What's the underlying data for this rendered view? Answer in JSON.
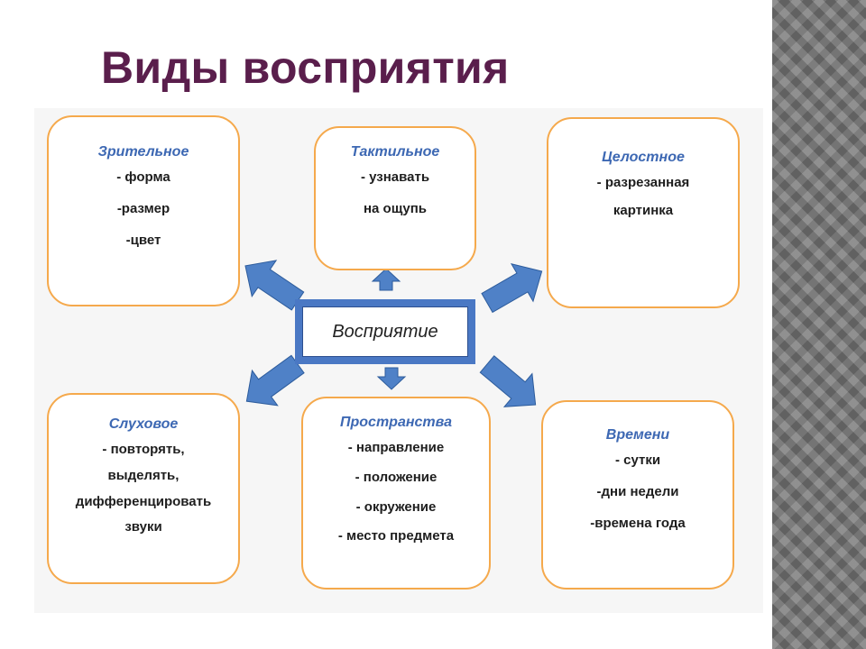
{
  "title": "Виды восприятия",
  "center": "Восприятие",
  "boxes": {
    "visual": {
      "title": "Зрительное",
      "items": [
        "- форма",
        "-размер",
        "-цвет"
      ]
    },
    "tactile": {
      "title": "Тактильное",
      "items": [
        "- узнавать",
        "на ощупь"
      ]
    },
    "holistic": {
      "title": "Целостное",
      "items": [
        "- разрезанная",
        "картинка"
      ]
    },
    "auditory": {
      "title": "Слуховое",
      "items": [
        "- повторять,",
        "выделять,",
        "дифференцировать",
        "звуки"
      ]
    },
    "spatial": {
      "title": "Пространства",
      "items": [
        "- направление",
        "- положение",
        "- окружение",
        "- место предмета"
      ]
    },
    "time": {
      "title": "Времени",
      "items": [
        "- сутки",
        "-дни недели",
        "-времена года"
      ]
    }
  },
  "colors": {
    "title": "#5a1e4c",
    "box_border": "#f5a94c",
    "box_title": "#3d68b3",
    "arrow": "#4f81c7",
    "center_frame": "#4a78c4"
  }
}
